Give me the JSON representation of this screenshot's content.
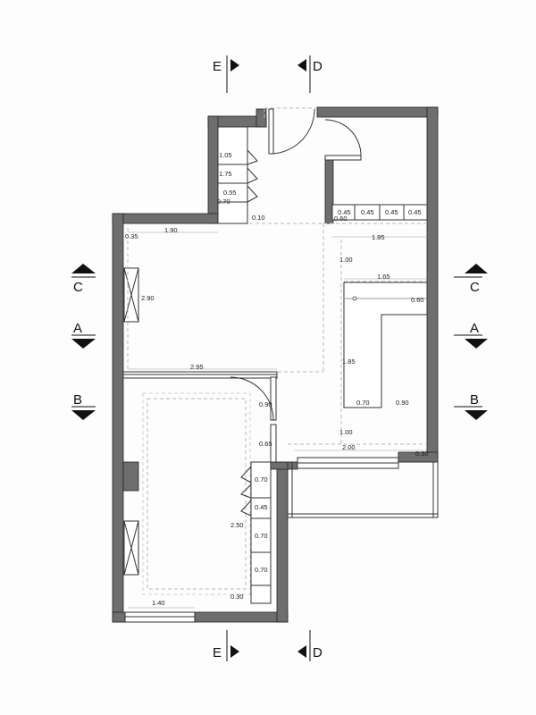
{
  "title": "",
  "section_markers": {
    "E": "E",
    "D": "D",
    "C": "C",
    "A": "A",
    "B": "B"
  },
  "dimensions": {
    "d_1_05": "1.05",
    "d_1_75": "1.75",
    "d_0_55": "0.55",
    "d_0_70_top": "0.70",
    "d_0_10": "0.10",
    "d_0_35": "0.35",
    "d_1_90": "1.90",
    "d_2_90": "2.90",
    "d_2_95": "2.95",
    "d_0_45_a": "0.45",
    "d_0_45_b": "0.45",
    "d_0_45_c": "0.45",
    "d_0_45_d": "0.45",
    "d_0_60_top": "0.60",
    "d_1_85_top": "1.85",
    "d_1_00_top": "1.00",
    "d_1_65": "1.65",
    "d_0_60_island": "0.60",
    "d_1_85_mid": "1.85",
    "d_0_70_mid": "0.70",
    "d_0_90_mid": "0.90",
    "d_0_90_door": "0.90",
    "d_1_00_low": "1.00",
    "d_0_65": "0.65",
    "d_2_00": "2.00",
    "d_0_30_right": "0.30",
    "d_0_70_c1": "0.70",
    "d_0_45_c2": "0.45",
    "d_0_70_c3": "0.70",
    "d_0_70_c4": "0.70",
    "d_2_50": "2.50",
    "d_0_30_bottom": "0.30",
    "d_1_40": "1.40"
  },
  "colors": {
    "wall": "#6e6e6e",
    "wall_edge": "#222222",
    "line": "#333333",
    "dash": "#b8b8b8",
    "fill": "#ffffff"
  }
}
